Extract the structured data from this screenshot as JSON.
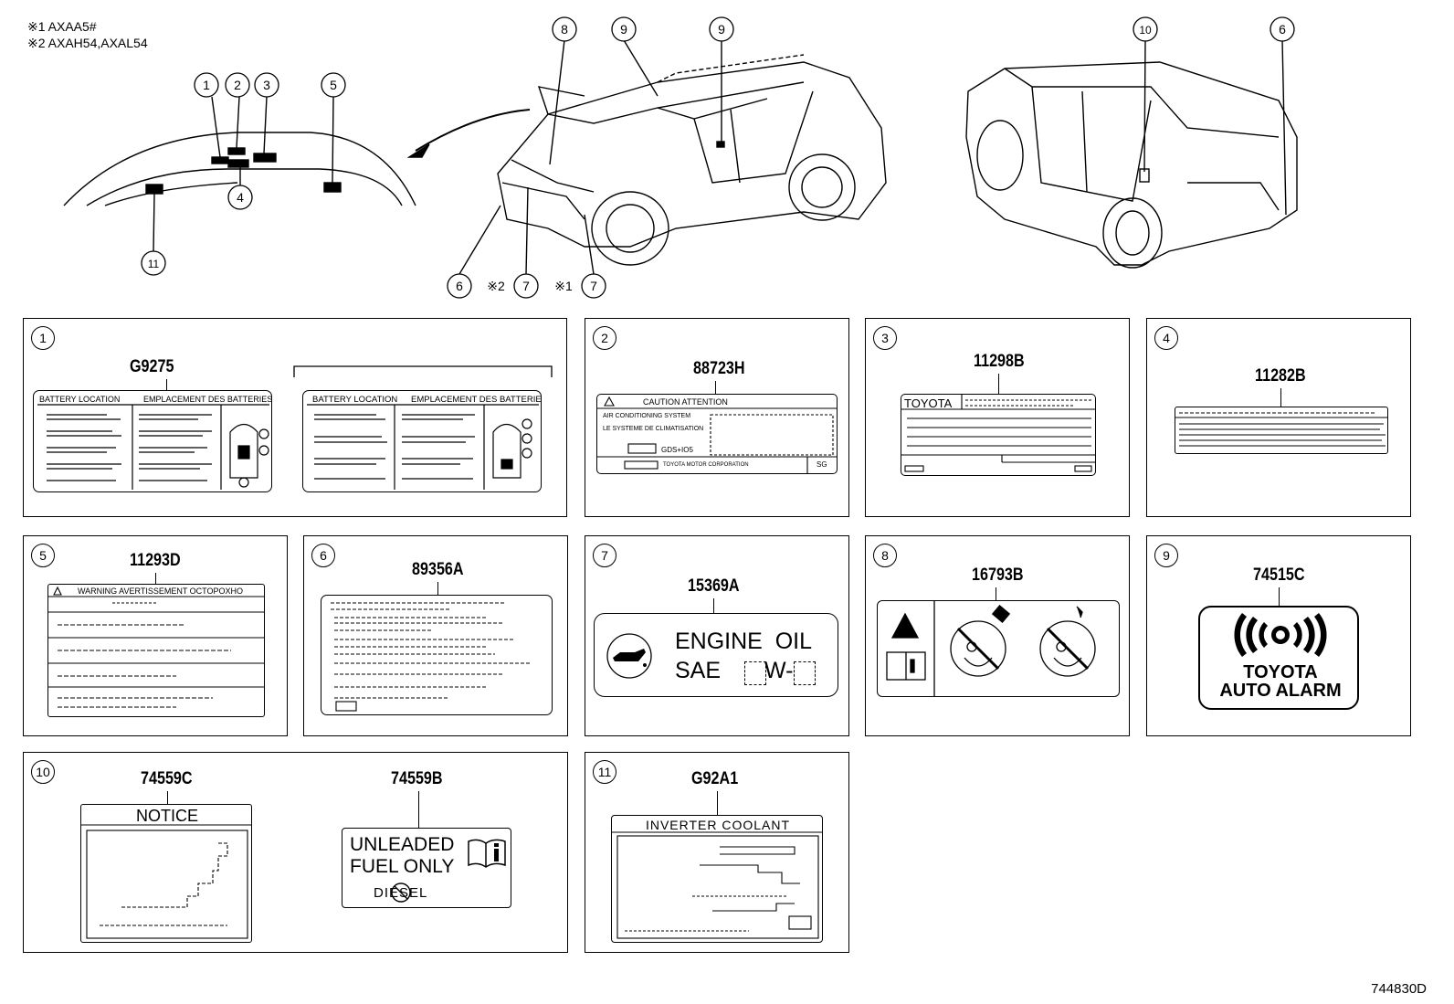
{
  "legend": [
    {
      "mark": "※1",
      "models": "AXAA5#"
    },
    {
      "mark": "※2",
      "models": "AXAH54,AXAL54"
    }
  ],
  "callouts": {
    "c1": "1",
    "c2": "2",
    "c3": "3",
    "c4": "4",
    "c5": "5",
    "c6a": "6",
    "c6b": "6",
    "c7a": "7",
    "c7b": "7",
    "c8": "8",
    "c9a": "9",
    "c9b": "9",
    "c10": "10",
    "c11": "11",
    "note2": "※2",
    "note1": "※1"
  },
  "panels": [
    {
      "num": "1",
      "codes": [
        "G9275"
      ],
      "text": {
        "title_en": "BATTERY LOCATION",
        "title_fr": "EMPLACEMENT DES BATTERIES",
        "title2_en": "BATTERY LOCATION",
        "title2_fr": "EMPLACEMENT DES BATTERIES"
      }
    },
    {
      "num": "2",
      "codes": [
        "88723H"
      ],
      "text": {
        "head": "CAUTION   ATTENTION",
        "l1": "AIR CONDITIONING SYSTEM",
        "l2": "LE SYSTEME DE CLIMATISATION",
        "gas": "GDS+IO5",
        "foot": "TOYOTA MOTOR CORPORATION",
        "sg": "SG"
      }
    },
    {
      "num": "3",
      "codes": [
        "11298B"
      ],
      "text": {
        "brand": "TOYOTA"
      }
    },
    {
      "num": "4",
      "codes": [
        "11282B"
      ]
    },
    {
      "num": "5",
      "codes": [
        "11293D"
      ],
      "text": {
        "head": "WARNING AVERTISSEMENT OCTOPOXHO"
      }
    },
    {
      "num": "6",
      "codes": [
        "89356A"
      ]
    },
    {
      "num": "7",
      "codes": [
        "15369A"
      ],
      "text": {
        "l1": "ENGINE  OIL",
        "l2a": "SAE",
        "l2b": "W-"
      }
    },
    {
      "num": "8",
      "codes": [
        "16793B"
      ]
    },
    {
      "num": "9",
      "codes": [
        "74515C"
      ],
      "text": {
        "l1": "TOYOTA",
        "l2": "AUTO ALARM"
      }
    },
    {
      "num": "10",
      "codes": [
        "74559C",
        "74559B"
      ],
      "text": {
        "notice": "NOTICE",
        "fuel1": "UNLEADED",
        "fuel2": "FUEL ONLY",
        "diesel": "DIESEL"
      }
    },
    {
      "num": "11",
      "codes": [
        "G92A1"
      ],
      "text": {
        "head": "INVERTER COOLANT"
      }
    }
  ],
  "figure_number": "744830D"
}
